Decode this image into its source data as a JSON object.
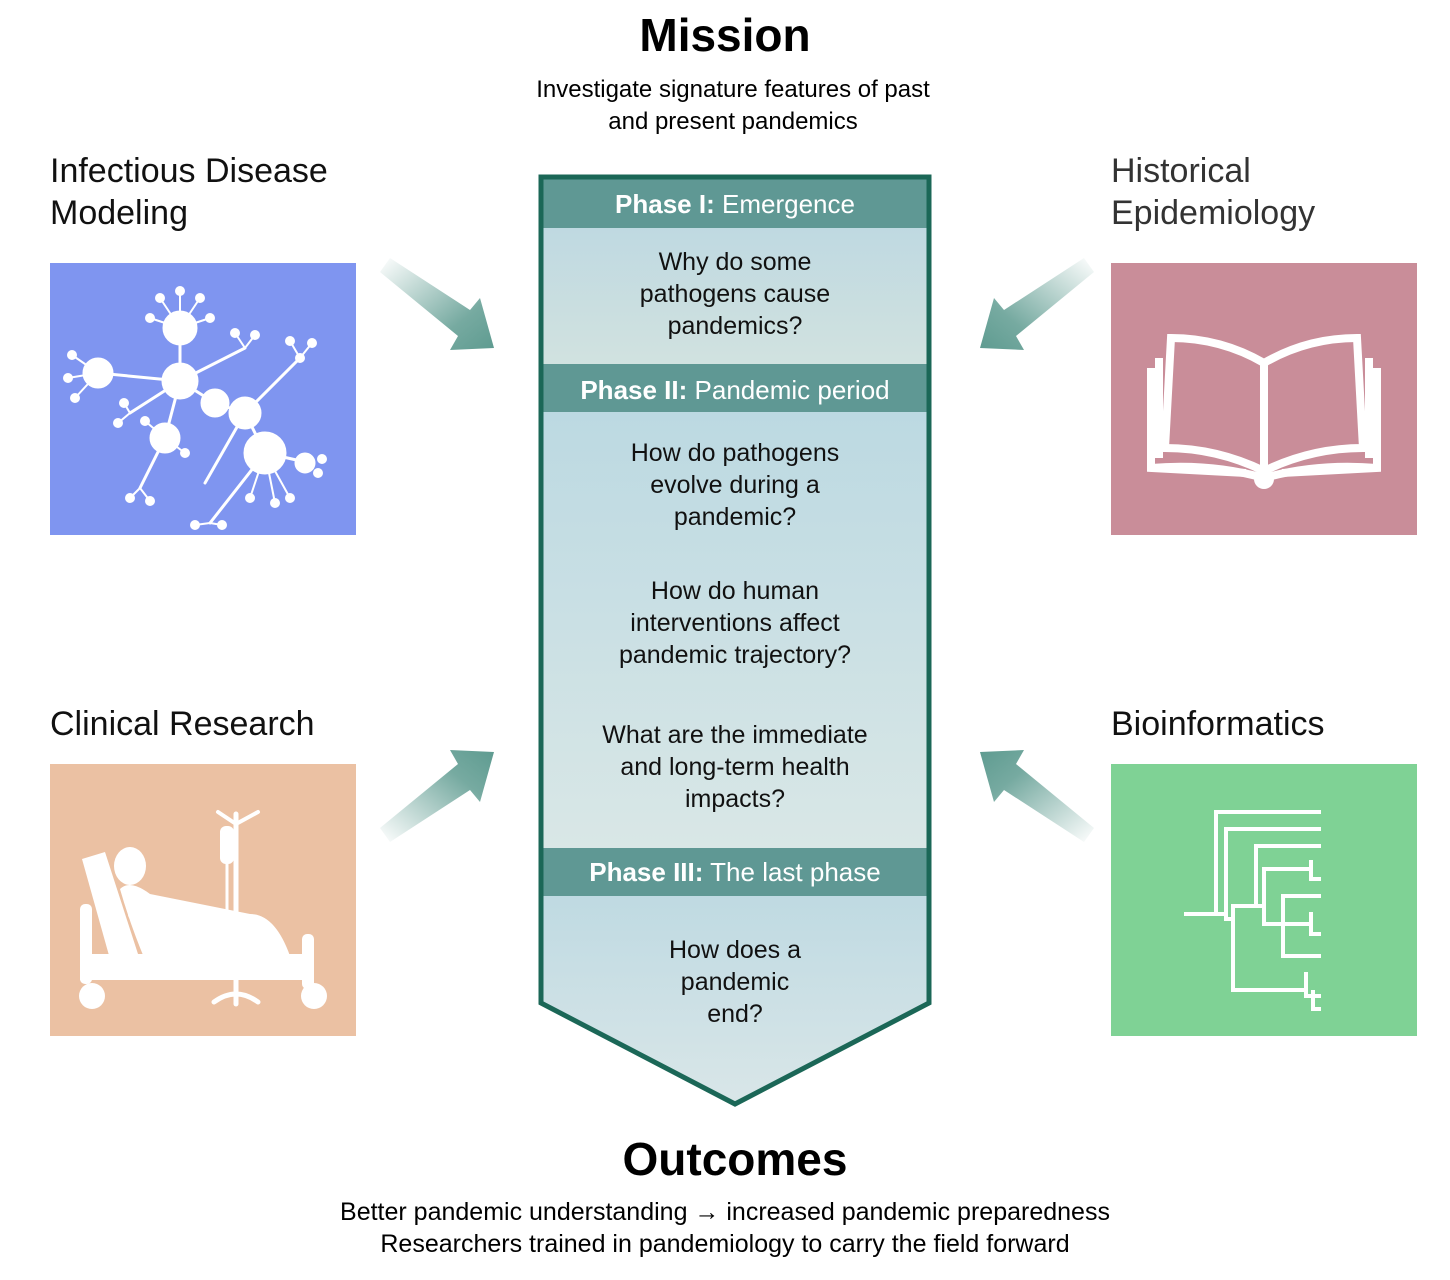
{
  "mission": {
    "title": "Mission",
    "subtitle_line1": "Investigate signature features of past",
    "subtitle_line2": "and present pandemics"
  },
  "fields": [
    {
      "line1": "Infectious Disease",
      "line2": "Modeling",
      "icon": "network-icon",
      "color": "#7f95f0"
    },
    {
      "line1": "Historical",
      "line2": "Epidemiology",
      "icon": "open-book-icon",
      "color": "#c98d99"
    },
    {
      "line1": "Clinical Research",
      "line2": "",
      "icon": "hospital-bed-icon",
      "color": "#ebc1a3"
    },
    {
      "line1": "Bioinformatics",
      "line2": "",
      "icon": "phylogenetic-tree-icon",
      "color": "#7fd295"
    }
  ],
  "phases": [
    {
      "label": "Phase I:",
      "name": "Emergence",
      "questions": [
        "Why do some\npathogens cause\npandemics?"
      ]
    },
    {
      "label": "Phase II:",
      "name": "Pandemic period",
      "questions": [
        "How do pathogens\nevolve during a\npandemic?",
        "How do human\ninterventions affect\npandemic trajectory?",
        "What are the immediate\nand long-term health\nimpacts?"
      ]
    },
    {
      "label": "Phase III:",
      "name": "The last phase",
      "questions": [
        "How does a\npandemic\nend?"
      ]
    }
  ],
  "colors": {
    "shield_border": "#1b6757",
    "phase_header": "#5f9894",
    "shield_body": "#c0dbe2",
    "arrow": "#5e9b90"
  },
  "outcomes": {
    "title": "Outcomes",
    "line1": "Better pandemic understanding → increased pandemic preparedness",
    "line2": "Researchers trained in pandemiology to carry the field forward"
  }
}
